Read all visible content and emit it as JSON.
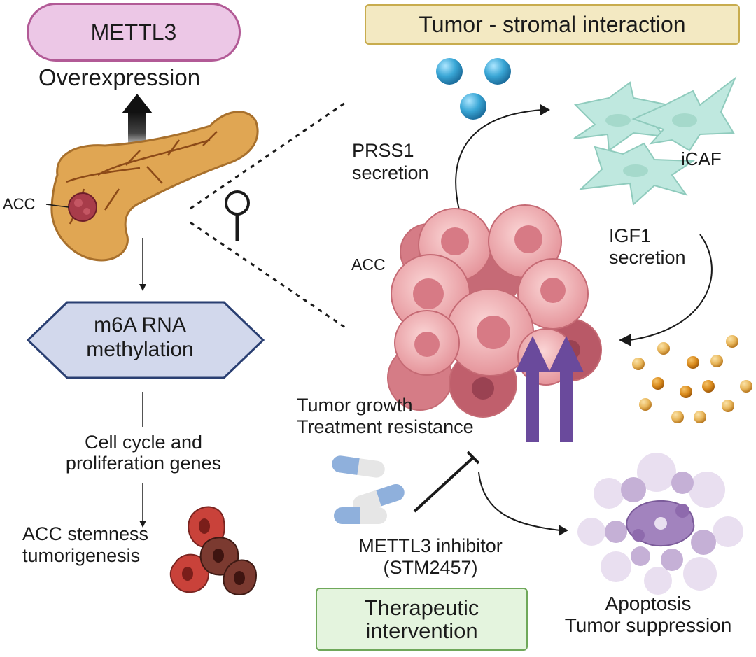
{
  "left_panel": {
    "mettl3_label": "METTL3",
    "overexpression_label": "Overexpression",
    "acc_label": "ACC",
    "m6a_label": "m6A RNA\nmethylation",
    "cell_cycle_label": "Cell cycle and\nproliferation genes",
    "stemness_label": "ACC stemness\ntumorigenesis"
  },
  "right_panel": {
    "title": "Tumor - stromal interaction",
    "prss1_label": "PRSS1\nsecretion",
    "icaf_label": "iCAF",
    "igf1_label": "IGF1\nsecretion",
    "acc_label": "ACC",
    "growth_label": "Tumor growth\nTreatment resistance",
    "inhibitor_label": "METTL3 inhibitor\n(STM2457)",
    "therapeutic_label": "Therapeutic\nintervention",
    "outcome_label": "Apoptosis\nTumor suppression"
  },
  "colors": {
    "mettl3_fill": "#ecc7e6",
    "mettl3_border": "#b25a96",
    "title_fill": "#f3e9c2",
    "m6a_fill": "#d2d8ec",
    "therapeutic_fill": "#e4f4de",
    "pancreas": "#e0a653",
    "tumor_cells": "#e8a0a4",
    "icaf": "#bfe8df",
    "growth_arrows": "#6a4a9c",
    "apoptosis": "#b9a0c9",
    "prss1_beads": "#3aa7d6",
    "igf1_beads": "#e1a43a"
  }
}
